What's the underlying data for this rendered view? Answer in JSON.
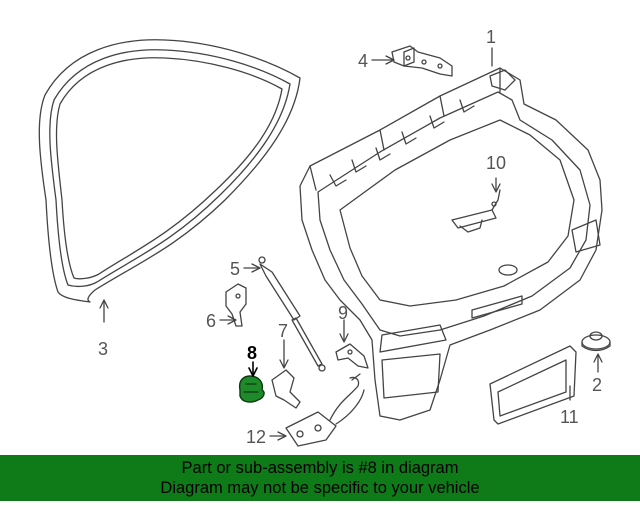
{
  "diagram": {
    "callouts": [
      "1",
      "2",
      "3",
      "4",
      "5",
      "6",
      "7",
      "8",
      "9",
      "10",
      "11",
      "12"
    ],
    "highlighted_callout": "8",
    "line_color": "#444444",
    "highlight_color": "#1f8a2a"
  },
  "footer": {
    "line1": "Part or sub-assembly is #8 in diagram",
    "line2": "Diagram may not be specific to your vehicle",
    "background": "#0f7a18"
  }
}
